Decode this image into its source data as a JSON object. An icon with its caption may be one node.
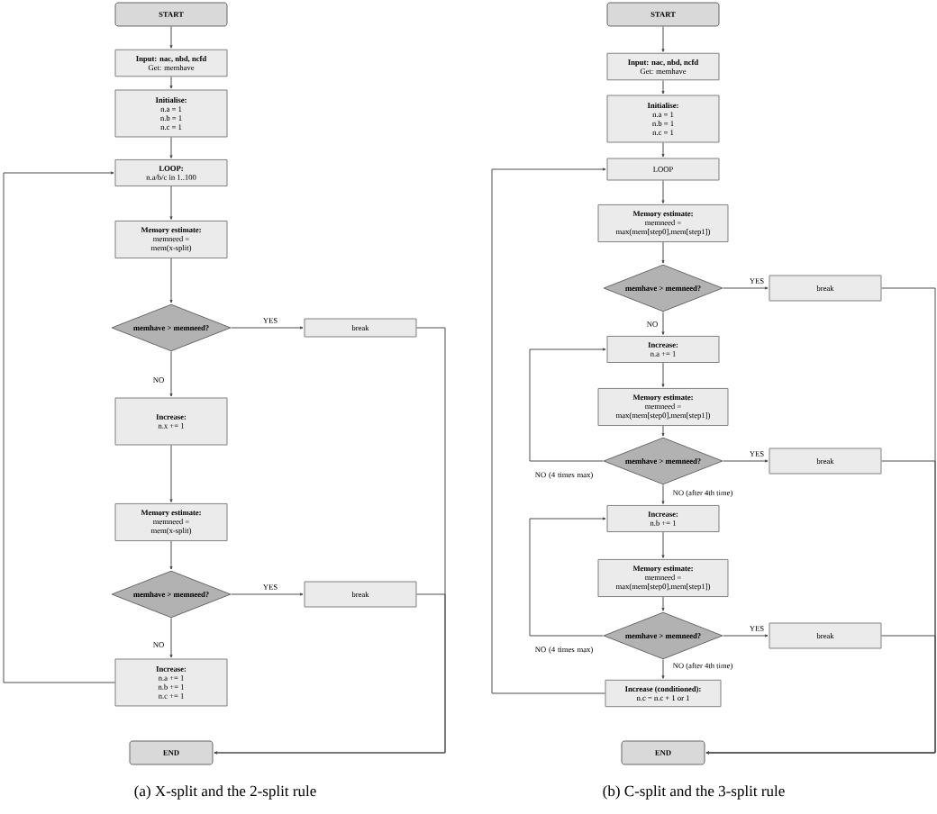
{
  "diagram": {
    "nodes": [
      {
        "text": [
          "START"
        ]
      },
      {
        "text": [
          "Input: nac, nbd, ncfd",
          "Get: memhave"
        ]
      },
      {
        "text": [
          "Initialise:",
          "n.a = 1",
          "n.b = 1",
          "n.c = 1"
        ]
      },
      {
        "text": [
          "LOOP:",
          "n.a/b/c in 1..100"
        ]
      },
      {
        "text": [
          "Memory estimate:",
          "memneed =",
          "mem(x-split)"
        ]
      },
      {
        "text": [
          "memhave > memneed?"
        ]
      },
      {
        "text": [
          "break"
        ]
      },
      {
        "text": [
          "Increase:",
          "n.x += 1"
        ]
      },
      {
        "text": [
          "Memory estimate:",
          "memneed =",
          "mem(x-split)"
        ]
      },
      {
        "text": [
          "memhave > memneed?"
        ]
      },
      {
        "text": [
          "break"
        ]
      },
      {
        "text": [
          "Increase:",
          "n.a += 1",
          "n.b += 1",
          "n.c += 1"
        ]
      },
      {
        "text": [
          "END"
        ]
      },
      {
        "text": [
          "START"
        ]
      },
      {
        "text": [
          "Input: nac, nbd, ncfd",
          "Get: memhave"
        ]
      },
      {
        "text": [
          "Initialise:",
          "n.a = 1",
          "n.b = 1",
          "n.c = 1"
        ]
      },
      {
        "text": [
          "LOOP"
        ]
      },
      {
        "text": [
          "Memory estimate:",
          "memneed =",
          "max(mem[step0],mem[step1])"
        ]
      },
      {
        "text": [
          "memhave > memneed?"
        ]
      },
      {
        "text": [
          "break"
        ]
      },
      {
        "text": [
          "Increase:",
          "n.a += 1"
        ]
      },
      {
        "text": [
          "Memory estimate:",
          "memneed =",
          "max(mem[step0],mem[step1])"
        ]
      },
      {
        "text": [
          "memhave > memneed?"
        ]
      },
      {
        "text": [
          "break"
        ]
      },
      {
        "text": [
          "Increase:",
          "n.b += 1"
        ]
      },
      {
        "text": [
          "Memory estimate:",
          "memneed =",
          "max(mem[step0],mem[step1])"
        ]
      },
      {
        "text": [
          "memhave > memneed?"
        ]
      },
      {
        "text": [
          "break"
        ]
      },
      {
        "text": [
          "Increase (conditioned):",
          "n.c = n.c + 1 or 1"
        ]
      },
      {
        "text": [
          "END"
        ]
      }
    ],
    "edges": [
      {
        "from": 0,
        "to": 1,
        "arrow": "to"
      },
      {
        "from": 1,
        "to": 2,
        "arrow": "to"
      },
      {
        "from": 2,
        "to": 3,
        "arrow": "to"
      },
      {
        "from": 3,
        "to": 4,
        "arrow": "to"
      },
      {
        "from": 4,
        "to": 5,
        "arrow": "to"
      },
      {
        "from": 5,
        "to": 6,
        "arrow": "to",
        "label": "YES"
      },
      {
        "from": 5,
        "to": 7,
        "arrow": "to",
        "label": "NO"
      },
      {
        "from": 7,
        "to": 8,
        "arrow": "to"
      },
      {
        "from": 8,
        "to": 9,
        "arrow": "to"
      },
      {
        "from": 9,
        "to": 10,
        "arrow": "to",
        "label": "YES"
      },
      {
        "from": 9,
        "to": 11,
        "arrow": "to",
        "label": "NO"
      },
      {
        "from": 11,
        "to": 3,
        "arrow": "to"
      },
      {
        "from": 6,
        "to": 12,
        "arrow": "to"
      },
      {
        "from": 10,
        "to": 12,
        "arrow": "to"
      },
      {
        "from": 13,
        "to": 14,
        "arrow": "to"
      },
      {
        "from": 14,
        "to": 15,
        "arrow": "to"
      },
      {
        "from": 15,
        "to": 16,
        "arrow": "to"
      },
      {
        "from": 16,
        "to": 17,
        "arrow": "to"
      },
      {
        "from": 17,
        "to": 18,
        "arrow": "to"
      },
      {
        "from": 18,
        "to": 19,
        "arrow": "to",
        "label": "YES"
      },
      {
        "from": 18,
        "to": 20,
        "arrow": "to",
        "label": "NO"
      },
      {
        "from": 20,
        "to": 21,
        "arrow": "to"
      },
      {
        "from": 21,
        "to": 22,
        "arrow": "to"
      },
      {
        "from": 22,
        "to": 23,
        "arrow": "to",
        "label": "YES"
      },
      {
        "from": 22,
        "to": 20,
        "arrow": "to",
        "label": "NO (4 times max)"
      },
      {
        "from": 22,
        "to": 24,
        "arrow": "to",
        "label": "NO (after 4th time)"
      },
      {
        "from": 24,
        "to": 25,
        "arrow": "to"
      },
      {
        "from": 25,
        "to": 26,
        "arrow": "to"
      },
      {
        "from": 26,
        "to": 27,
        "arrow": "to",
        "label": "YES"
      },
      {
        "from": 26,
        "to": 24,
        "arrow": "to",
        "label": "NO (4 times max)"
      },
      {
        "from": 26,
        "to": 28,
        "arrow": "to",
        "label": "NO (after 4th time)"
      },
      {
        "from": 28,
        "to": 16,
        "arrow": "to"
      },
      {
        "from": 19,
        "to": 29,
        "arrow": "to"
      },
      {
        "from": 23,
        "to": 29,
        "arrow": "to"
      },
      {
        "from": 27,
        "to": 29,
        "arrow": "to"
      }
    ],
    "labels": [
      "(a) X-split and the 2-split rule",
      "(b) C-split and the 3-split rule"
    ]
  }
}
